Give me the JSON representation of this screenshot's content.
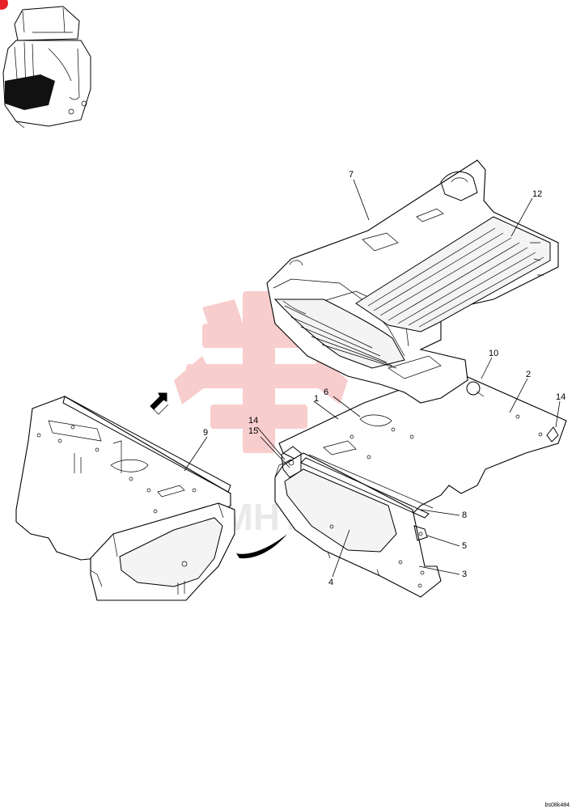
{
  "drawing_code": "bs08k484",
  "watermark": {
    "text": "MHTEX",
    "color": "#e9e9e9",
    "mark_color": "#f3a6a6"
  },
  "callouts": {
    "c1": "1",
    "c2": "2",
    "c3": "3",
    "c4": "4",
    "c5": "5",
    "c6": "6",
    "c7": "7",
    "c8": "8",
    "c9": "9",
    "c10": "10",
    "c12": "12",
    "c14a": "14",
    "c14b": "14",
    "c15": "15"
  },
  "badge_color": "#e8202a",
  "icons": [
    "machine-locator-icon",
    "view-direction-arrow-icon",
    "assembly-arrow-icon"
  ]
}
